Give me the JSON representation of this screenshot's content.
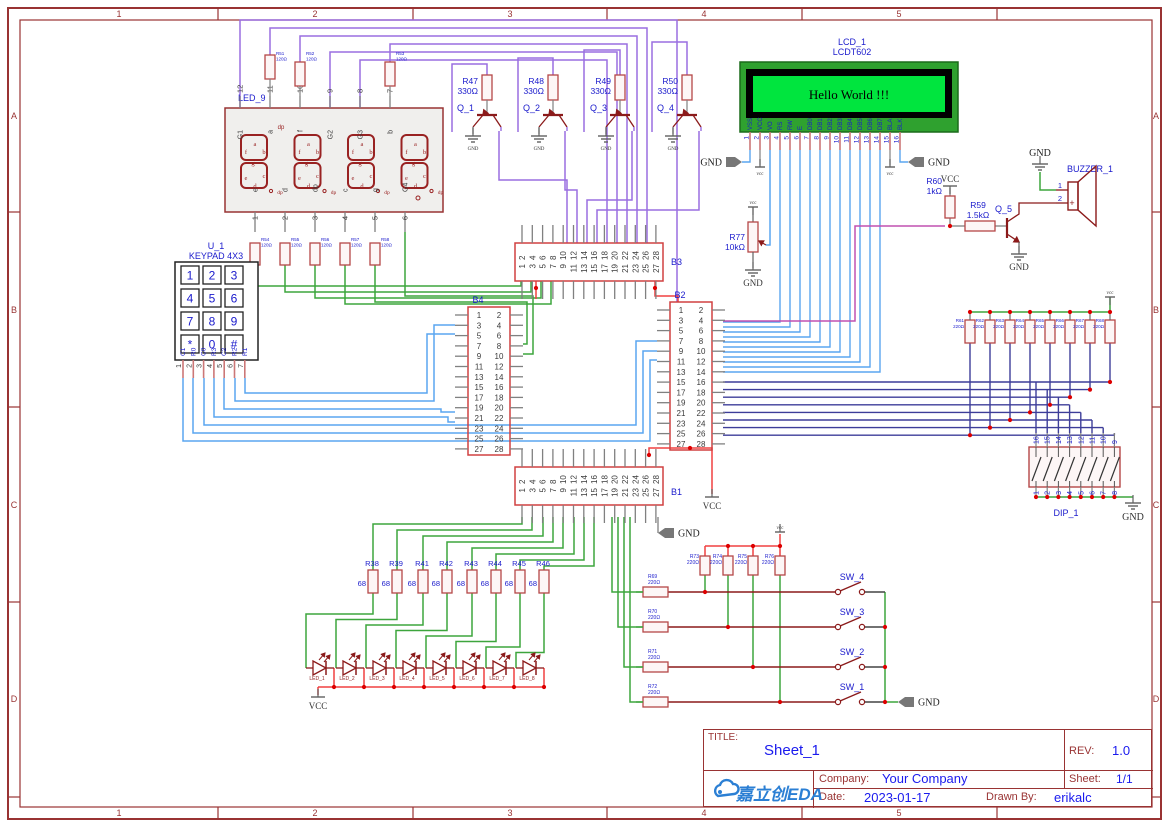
{
  "frame": {
    "columns": [
      "1",
      "2",
      "3",
      "4",
      "5"
    ],
    "rows": [
      "A",
      "B",
      "C",
      "D"
    ]
  },
  "title_block": {
    "title_label": "TITLE:",
    "title": "Sheet_1",
    "rev_label": "REV:",
    "rev": "1.0",
    "company_label": "Company:",
    "company": "Your Company",
    "sheet_label": "Sheet:",
    "sheet": "1/1",
    "date_label": "Date:",
    "date": "2023-01-17",
    "drawn_by_label": "Drawn By:",
    "drawn_by": "erikalc",
    "logo_text": "嘉立创EDA"
  },
  "seven_segment": {
    "ref": "LED_9",
    "top_pins": [
      [
        "12",
        "G1"
      ],
      [
        "11",
        "a"
      ],
      [
        "10",
        "f"
      ],
      [
        "9",
        "G2"
      ],
      [
        "8",
        "G3"
      ],
      [
        "7",
        "b"
      ]
    ],
    "bottom_pins": [
      [
        "1",
        "e"
      ],
      [
        "2",
        "d"
      ],
      [
        "3",
        "dp"
      ],
      [
        "4",
        "c"
      ],
      [
        "5",
        "g"
      ],
      [
        "6",
        "G4"
      ]
    ],
    "segment_labels": [
      "a",
      "b",
      "c",
      "d",
      "e",
      "f",
      "g",
      "dp"
    ],
    "extra_label": "dp"
  },
  "keypad": {
    "ref": "U_1",
    "part": "KEYPAD 4X3",
    "keys": [
      "1",
      "2",
      "3",
      "4",
      "5",
      "6",
      "7",
      "8",
      "9",
      "*",
      "0",
      "#"
    ],
    "pins": [
      [
        "1",
        "C1"
      ],
      [
        "2",
        "R0"
      ],
      [
        "3",
        "C0"
      ],
      [
        "4",
        "R3"
      ],
      [
        "5",
        "C2"
      ],
      [
        "6",
        "R2"
      ],
      [
        "7",
        "R1"
      ]
    ]
  },
  "lcd": {
    "ref": "LCD_1",
    "part": "LCDT602",
    "screen_text": "Hello World !!!",
    "pins": [
      "VSS",
      "VCC",
      "VO",
      "RS",
      "RW",
      "E",
      "DB0",
      "DB1",
      "DB2",
      "DB3",
      "DB4",
      "DB5",
      "DB6",
      "DB7",
      "BLA",
      "BLK"
    ]
  },
  "digit_drivers": {
    "resistors": [
      [
        "R47",
        "330Ω"
      ],
      [
        "R48",
        "330Ω"
      ],
      [
        "R49",
        "330Ω"
      ],
      [
        "R50",
        "330Ω"
      ]
    ],
    "transistors": [
      "Q_1",
      "Q_2",
      "Q_3",
      "Q_4"
    ]
  },
  "seg_resistors_top": [
    [
      "R51",
      "120Ω"
    ],
    [
      "R52",
      "120Ω"
    ],
    [
      "R53",
      "120Ω"
    ]
  ],
  "seg_resistors_bottom": [
    [
      "R54",
      "120Ω"
    ],
    [
      "R55",
      "120Ω"
    ],
    [
      "R56",
      "120Ω"
    ],
    [
      "R57",
      "120Ω"
    ],
    [
      "R58",
      "120Ω"
    ]
  ],
  "headers": [
    {
      "ref": "B1",
      "pins": 28
    },
    {
      "ref": "B2",
      "pins": 28
    },
    {
      "ref": "B3",
      "pins": 28
    },
    {
      "ref": "B4",
      "pins": 28
    }
  ],
  "led_resistors": [
    [
      "R38",
      "68"
    ],
    [
      "R39",
      "68"
    ],
    [
      "R41",
      "68"
    ],
    [
      "R42",
      "68"
    ],
    [
      "R43",
      "68"
    ],
    [
      "R44",
      "68"
    ],
    [
      "R45",
      "68"
    ],
    [
      "R46",
      "68"
    ]
  ],
  "leds": [
    "LED_1",
    "LED_2",
    "LED_3",
    "LED_4",
    "LED_5",
    "LED_6",
    "LED_7",
    "LED_8"
  ],
  "pullup_resistors": [
    [
      "R61",
      "220Ω"
    ],
    [
      "R62",
      "220Ω"
    ],
    [
      "R63",
      "220Ω"
    ],
    [
      "R64",
      "220Ω"
    ],
    [
      "R65",
      "220Ω"
    ],
    [
      "R66",
      "220Ω"
    ],
    [
      "R67",
      "220Ω"
    ],
    [
      "R68",
      "220Ω"
    ]
  ],
  "switch_series_resistors": [
    [
      "R69",
      "220Ω"
    ],
    [
      "R70",
      "220Ω"
    ],
    [
      "R71",
      "220Ω"
    ],
    [
      "R72",
      "220Ω"
    ]
  ],
  "switch_pullup_resistors": [
    [
      "R73",
      "220Ω"
    ],
    [
      "R74",
      "220Ω"
    ],
    [
      "R75",
      "220Ω"
    ],
    [
      "R76",
      "220Ω"
    ]
  ],
  "switches": [
    "SW_4",
    "SW_3",
    "SW_2",
    "SW_1"
  ],
  "dip": {
    "ref": "DIP_1",
    "top_pins": [
      "16",
      "15",
      "14",
      "13",
      "12",
      "11",
      "10",
      "9"
    ],
    "bottom_pins": [
      "1",
      "2",
      "3",
      "4",
      "5",
      "6",
      "7",
      "8"
    ]
  },
  "buzzer": {
    "ref": "BUZZER_1",
    "pins": [
      "1",
      "2"
    ],
    "plus": "+"
  },
  "buzzer_driver": {
    "transistor": "Q_5",
    "resistors": [
      [
        "R59",
        "1.5kΩ"
      ],
      [
        "R60",
        "1kΩ"
      ]
    ]
  },
  "contrast_pot": {
    "ref": "R77",
    "value": "10kΩ"
  },
  "power": {
    "vcc": "VCC",
    "gnd": "GND",
    "vcc_small": "vcc"
  },
  "colors": {
    "frame": "#993333",
    "ref_text": "#1a1acc",
    "pin_text": "#3a3a3a",
    "component": "#b54747",
    "dark_red": "#8b1a1a",
    "wire_purple": "#9a6fe0",
    "wire_green": "#3da53d",
    "wire_blue": "#5aa5f0",
    "wire_cyan": "#58a8d8",
    "wire_navy": "#3d3d99",
    "wire_magenta": "#c050b0",
    "wire_red": "#f04040",
    "wire_gray": "#808080",
    "junction": "#dd0000",
    "lcd_body": "#2fa12f",
    "lcd_screen": "#00e53e"
  }
}
